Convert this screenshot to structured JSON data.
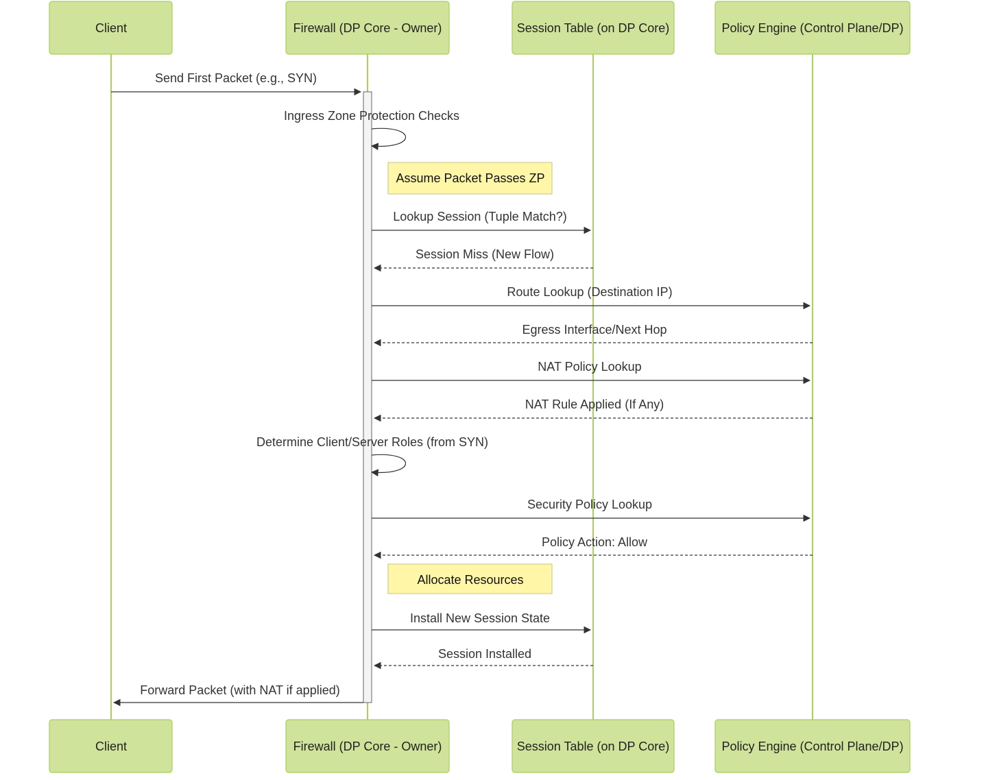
{
  "actors": [
    {
      "id": "client",
      "label": "Client"
    },
    {
      "id": "firewall",
      "label": "Firewall (DP Core - Owner)"
    },
    {
      "id": "session",
      "label": "Session Table (on DP Core)"
    },
    {
      "id": "policy",
      "label": "Policy Engine (Control Plane/DP)"
    }
  ],
  "messages": [
    {
      "from": "client",
      "to": "firewall",
      "label": "Send First Packet (e.g., SYN)",
      "style": "solid"
    },
    {
      "from": "firewall",
      "to": "firewall",
      "label": "Ingress Zone Protection Checks",
      "style": "self"
    },
    {
      "note": "Assume Packet Passes ZP"
    },
    {
      "from": "firewall",
      "to": "session",
      "label": "Lookup Session (Tuple Match?)",
      "style": "solid"
    },
    {
      "from": "session",
      "to": "firewall",
      "label": "Session Miss (New Flow)",
      "style": "dashed"
    },
    {
      "from": "firewall",
      "to": "policy",
      "label": "Route Lookup (Destination IP)",
      "style": "solid"
    },
    {
      "from": "policy",
      "to": "firewall",
      "label": "Egress Interface/Next Hop",
      "style": "dashed"
    },
    {
      "from": "firewall",
      "to": "policy",
      "label": "NAT Policy Lookup",
      "style": "solid"
    },
    {
      "from": "policy",
      "to": "firewall",
      "label": "NAT Rule Applied (If Any)",
      "style": "dashed"
    },
    {
      "from": "firewall",
      "to": "firewall",
      "label": "Determine Client/Server Roles (from SYN)",
      "style": "self"
    },
    {
      "from": "firewall",
      "to": "policy",
      "label": "Security Policy Lookup",
      "style": "solid"
    },
    {
      "from": "policy",
      "to": "firewall",
      "label": "Policy Action: Allow",
      "style": "dashed"
    },
    {
      "note": "Allocate Resources"
    },
    {
      "from": "firewall",
      "to": "session",
      "label": "Install New Session State",
      "style": "solid"
    },
    {
      "from": "session",
      "to": "firewall",
      "label": "Session Installed",
      "style": "dashed"
    },
    {
      "from": "firewall",
      "to": "client",
      "label": "Forward Packet (with NAT if applied)",
      "style": "solid"
    }
  ],
  "colors": {
    "actor_fill": "#cfe39a",
    "actor_border": "#a9cf5c",
    "lifeline": "#a9cf5c",
    "note_fill": "#fff6a8",
    "arrow": "#333333"
  }
}
